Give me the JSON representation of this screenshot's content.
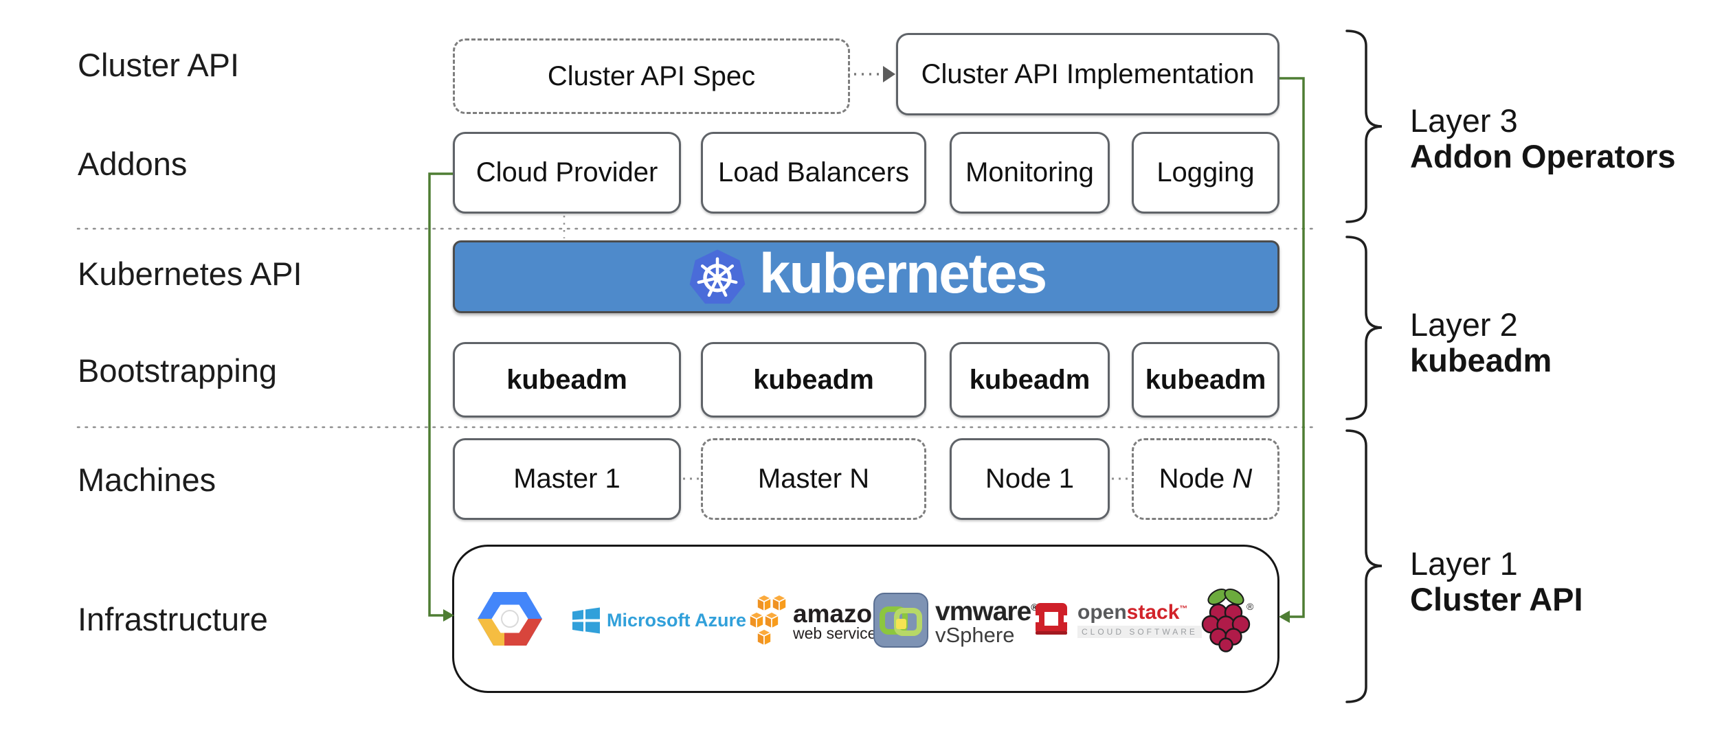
{
  "left_labels": [
    "Cluster API",
    "Addons",
    "Kubernetes API",
    "Bootstrapping",
    "Machines",
    "Infrastructure"
  ],
  "top_row": {
    "spec": "Cluster API Spec",
    "implementation": "Cluster API Implementation"
  },
  "addons": [
    "Cloud Provider",
    "Load Balancers",
    "Monitoring",
    "Logging"
  ],
  "kubernetes": {
    "wordmark": "kubernetes"
  },
  "bootstrapping": [
    "kubeadm",
    "kubeadm",
    "kubeadm",
    "kubeadm"
  ],
  "machines": [
    {
      "label": "Master 1",
      "suffix": "",
      "border": "solid"
    },
    {
      "label": "Master N",
      "suffix": "",
      "border": "dashed"
    },
    {
      "label": "Node 1",
      "suffix": "",
      "border": "solid"
    },
    {
      "label": "Node ",
      "suffix": "N",
      "border": "dashed"
    }
  ],
  "layers": [
    {
      "line1": "Layer 3",
      "line2": "Addon Operators"
    },
    {
      "line1": "Layer 2",
      "line2": "kubeadm"
    },
    {
      "line1": "Layer 1",
      "line2": "Cluster API"
    }
  ],
  "infrastructure_providers": {
    "google_cloud": {
      "icon": "google-cloud-hexagon-icon"
    },
    "azure": {
      "icon": "azure-window-icon",
      "text": "Microsoft Azure"
    },
    "aws": {
      "icon": "aws-cubes-icon",
      "line1": "amazon",
      "line2": "web services"
    },
    "vmware": {
      "icon": "vmware-vsphere-icon",
      "line1": "vmware",
      "reg_mark": "®",
      "line2": "vSphere"
    },
    "openstack": {
      "icon": "openstack-icon",
      "part1": "open",
      "part2": "stack",
      "tm_mark": "™",
      "subtitle": "CLOUD SOFTWARE"
    },
    "raspberry_pi": {
      "icon": "raspberry-pi-icon",
      "reg_mark": "®"
    }
  },
  "colors": {
    "connector_green": "#4e7d33",
    "banner_blue": "#4e8acb",
    "k8s_logo_blue": "#4a6cd9",
    "azure_blue": "#31a0da",
    "aws_orange": "#f7981f",
    "openstack_red": "#d2232a",
    "raspberry_red": "#b01b49",
    "leaf_green": "#6cab3d",
    "gcp_blue": "#4386fa",
    "gcp_red": "#d8453c",
    "gcp_yellow": "#f5bd41"
  }
}
